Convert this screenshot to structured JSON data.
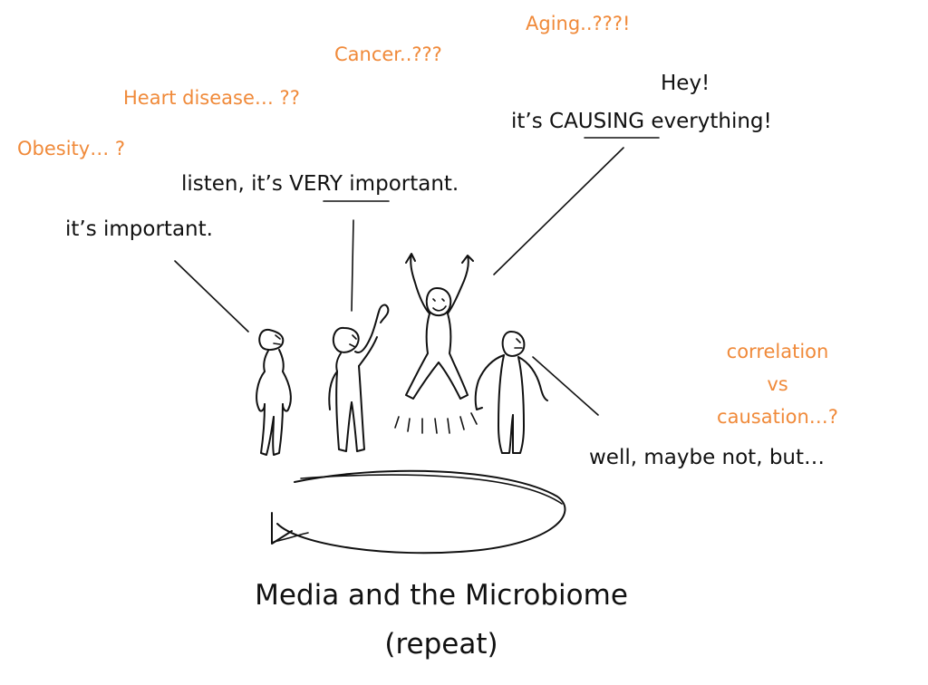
{
  "speech": {
    "important": "it’s important.",
    "very_prefix": "listen, it’s ",
    "very_word": "VERY",
    "very_suffix": " important.",
    "hey": "Hey!",
    "causing_prefix": "it’s C",
    "causing_underlined": "AUSI",
    "causing_suffix": "NG everything!",
    "maybe_not": "well, maybe not, but…"
  },
  "questions": {
    "aging": "Aging..???!",
    "cancer": "Cancer..???",
    "heart": "Heart disease… ??",
    "obesity": "Obesity… ?"
  },
  "correlation": {
    "line1": "correlation",
    "line2": "vs",
    "line3": "causation…?"
  },
  "title": {
    "line1": "Media and the Microbiome",
    "line2": "(repeat)"
  },
  "colors": {
    "ink": "#111111",
    "accent": "#f08a3a",
    "background": "#ffffff"
  }
}
